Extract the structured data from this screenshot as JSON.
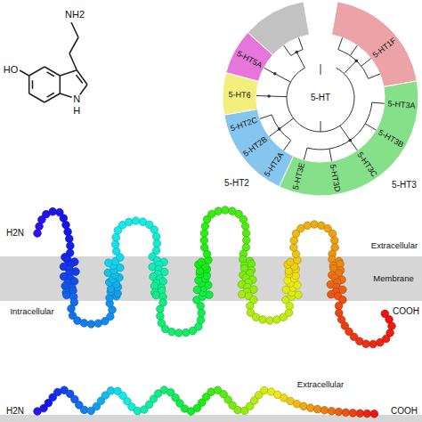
{
  "diagram": {
    "labels": [
      "NH2",
      "HO",
      "N",
      "H",
      "5-HT1F",
      "5-HT5A",
      "5-HT6",
      "5-HT2C",
      "5-HT2B",
      "5-HT2A",
      "5-HT2",
      "5-HT3A",
      "5-HT3B",
      "5-HT3C",
      "5-HT3D",
      "5-HT3E",
      "5-HT3",
      "5-HT",
      "H2N",
      "Extracellular",
      "Membrane",
      "Intracellular",
      "COOH",
      "H2N",
      "Extracellular",
      "COOH"
    ]
  }
}
